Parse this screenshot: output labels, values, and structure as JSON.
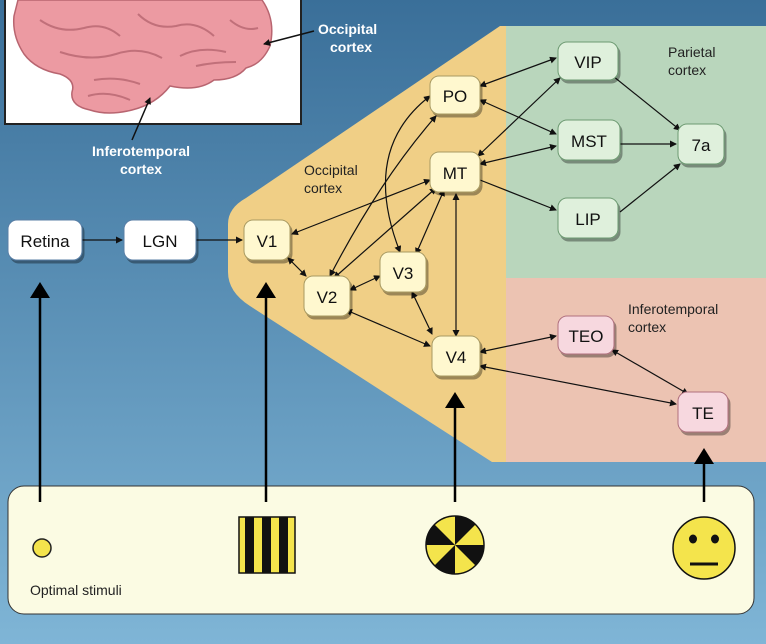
{
  "colors": {
    "background_top": "#3a6f99",
    "background_bottom": "#7fb5d6",
    "occipital_region": "#f0cf86",
    "parietal_region": "#b9d6bc",
    "inferotemporal_region": "#ecc3b2",
    "bottom_panel": "#fbfbe3",
    "node_blue_fill": "#ffffff",
    "node_green_fill": "#dff0dc",
    "node_yellow_fill": "#fff8cf",
    "node_pink_fill": "#f7d8df",
    "brain_pink": "#ec9aa2",
    "stimulus_yellow": "#f4e44c"
  },
  "brain_labels": {
    "occipital": [
      "Occipital",
      "cortex"
    ],
    "inferotemporal": [
      "Inferotemporal",
      "cortex"
    ]
  },
  "region_labels": {
    "occipital": [
      "Occipital",
      "cortex"
    ],
    "parietal": [
      "Parietal",
      "cortex"
    ],
    "inferotemporal": [
      "Inferotemporal",
      "cortex"
    ]
  },
  "nodes": {
    "retina": "Retina",
    "lgn": "LGN",
    "v1": "V1",
    "v2": "V2",
    "v3": "V3",
    "v4": "V4",
    "po": "PO",
    "mt": "MT",
    "vip": "VIP",
    "mst": "MST",
    "lip": "LIP",
    "7a": "7a",
    "teo": "TEO",
    "te": "TE"
  },
  "stimuli": {
    "caption": "Optimal stimuli",
    "icons": [
      "spot-stimulus-icon",
      "bar-grating-stimulus-icon",
      "radial-checkerboard-stimulus-icon",
      "face-stimulus-icon"
    ]
  }
}
